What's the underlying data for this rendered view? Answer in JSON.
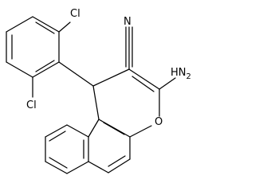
{
  "colors": {
    "background": "#ffffff",
    "bond": "#000000",
    "label": "#000000"
  },
  "atom_labels": {
    "cl_top": "Cl",
    "cl_bottom": "Cl",
    "nitrile_n": "N",
    "amine": "NH2",
    "amine_h": "H",
    "amine_n": "N",
    "amine_sub": "2",
    "ring_o": "O"
  }
}
